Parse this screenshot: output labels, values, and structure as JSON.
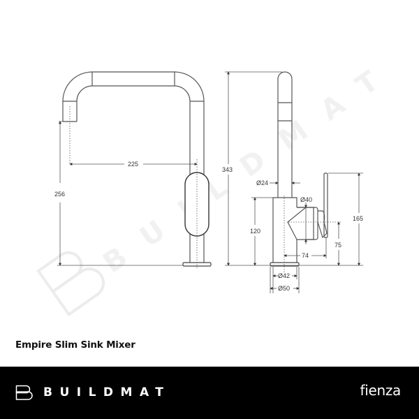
{
  "product": {
    "title": "Empire Slim Sink Mixer"
  },
  "watermark": {
    "text": "BUILDMAT",
    "icon": "buildmat-logo-icon"
  },
  "footer": {
    "brand": "BUILDMAT",
    "brand_icon": "buildmat-logo-icon",
    "partner": "fienza",
    "background": "#000000",
    "text_color": "#ffffff"
  },
  "drawing": {
    "line_color": "#555555",
    "front_view": {
      "dimensions": {
        "spout_reach": "225",
        "spout_height": "256"
      }
    },
    "side_view": {
      "dimensions": {
        "overall_height": "343",
        "stem_diameter": "Ø24",
        "body_diameter": "Ø40",
        "body_height": "120",
        "handle_reach": "74",
        "handle_pivot_height": "75",
        "handle_height": "165",
        "base_inner_diameter": "Ø42",
        "base_outer_diameter": "Ø50"
      }
    }
  }
}
